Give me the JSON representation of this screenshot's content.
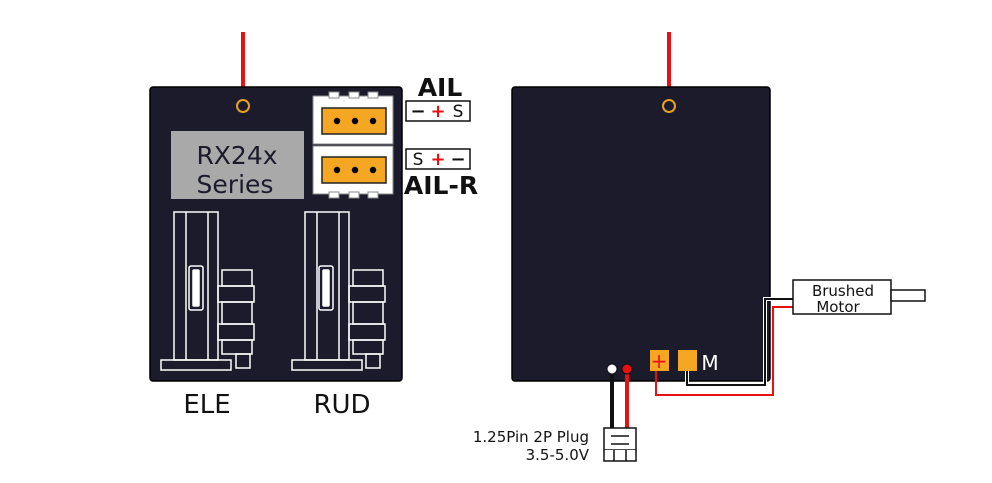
{
  "left_board": {
    "series_label_line1": "RX24x",
    "series_label_line2": "Series",
    "ail_label": "AIL",
    "ail_pins": {
      "minus": "−",
      "plus": "+",
      "signal": "S"
    },
    "ail_r_label": "AIL-R",
    "ail_r_pins": {
      "signal": "S",
      "plus": "+",
      "minus": "−"
    },
    "ele_label": "ELE",
    "rud_label": "RUD"
  },
  "right_board": {
    "plus_pad": "+",
    "motor_pad_label": "M",
    "motor_label_line1": "Brushed",
    "motor_label_line2": "Motor",
    "plug_label_line1": "1.25Pin 2P Plug",
    "plug_label_line2": "3.5-5.0V"
  },
  "colors": {
    "board": "#1b1b2b",
    "wire_red": "#e81010",
    "connector_yellow": "#f5a623",
    "label_gray": "#a9a9a9",
    "hole_ring": "#e8a020"
  }
}
